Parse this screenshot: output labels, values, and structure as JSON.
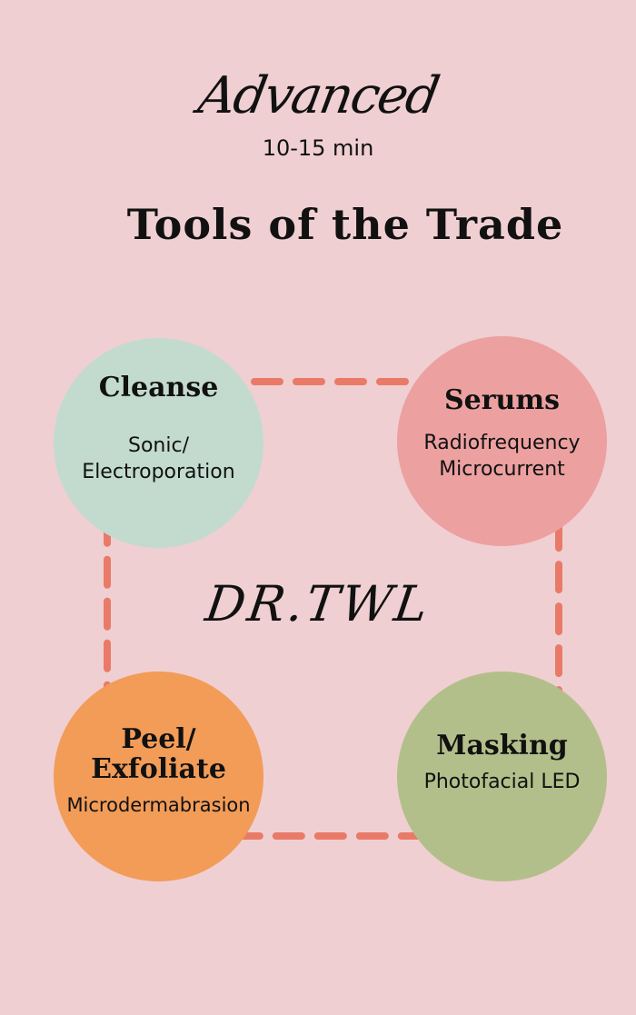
{
  "header": {
    "script_title": "Advanced",
    "duration": "10-15 min",
    "heading": "Tools of the Trade"
  },
  "steps": [
    {
      "title": "Cleanse",
      "subtitle": "Sonic/\nElectroporation",
      "color": "#c3dbcf"
    },
    {
      "title": "Serums",
      "subtitle": "Radiofrequency\nMicrocurrent",
      "color": "#eca0a0"
    },
    {
      "title": "Peel/\nExfoliate",
      "subtitle": "Microdermabrasion",
      "color": "#f29c58"
    },
    {
      "title": "Masking",
      "subtitle": "Photofacial LED",
      "color": "#b3bf8a"
    }
  ],
  "brand": "DR.TWL",
  "colors": {
    "background": "#efcfd1",
    "ring": "#e97a68"
  }
}
